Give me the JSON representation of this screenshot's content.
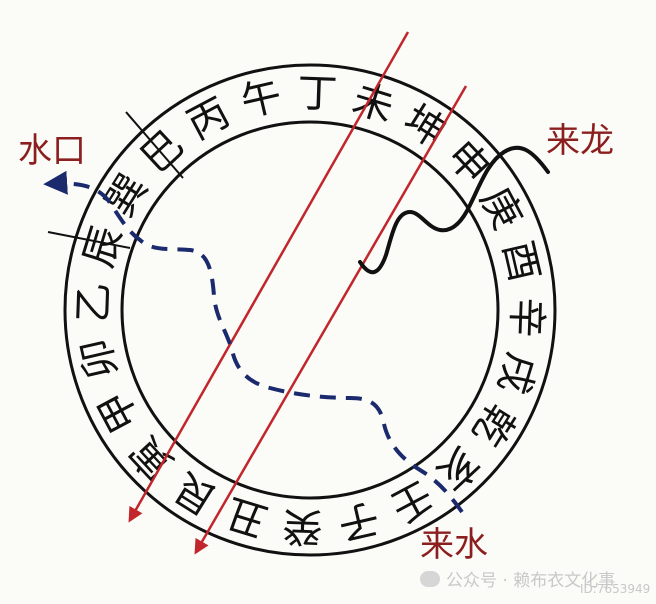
{
  "compass": {
    "characters": [
      "巽",
      "巳",
      "丙",
      "午",
      "丁",
      "未",
      "坤",
      "申",
      "庚",
      "酉",
      "辛",
      "戌",
      "乾",
      "亥",
      "壬",
      "子",
      "癸",
      "丑",
      "艮",
      "寅",
      "甲",
      "卯",
      "乙",
      "辰"
    ]
  },
  "labels": {
    "water_exit": "水口",
    "incoming_dragon": "来龙",
    "incoming_water": "来水"
  },
  "watermark": {
    "text": "公众号 · 赖布衣文化事",
    "id": "ID:7653949"
  },
  "colors": {
    "ring": "#111111",
    "axis_lines": "#c0262b",
    "water_path": "#1a2a6c",
    "dragon_path": "#111111",
    "label_text": "#8b1e1e",
    "background": "#fbfbf8"
  }
}
